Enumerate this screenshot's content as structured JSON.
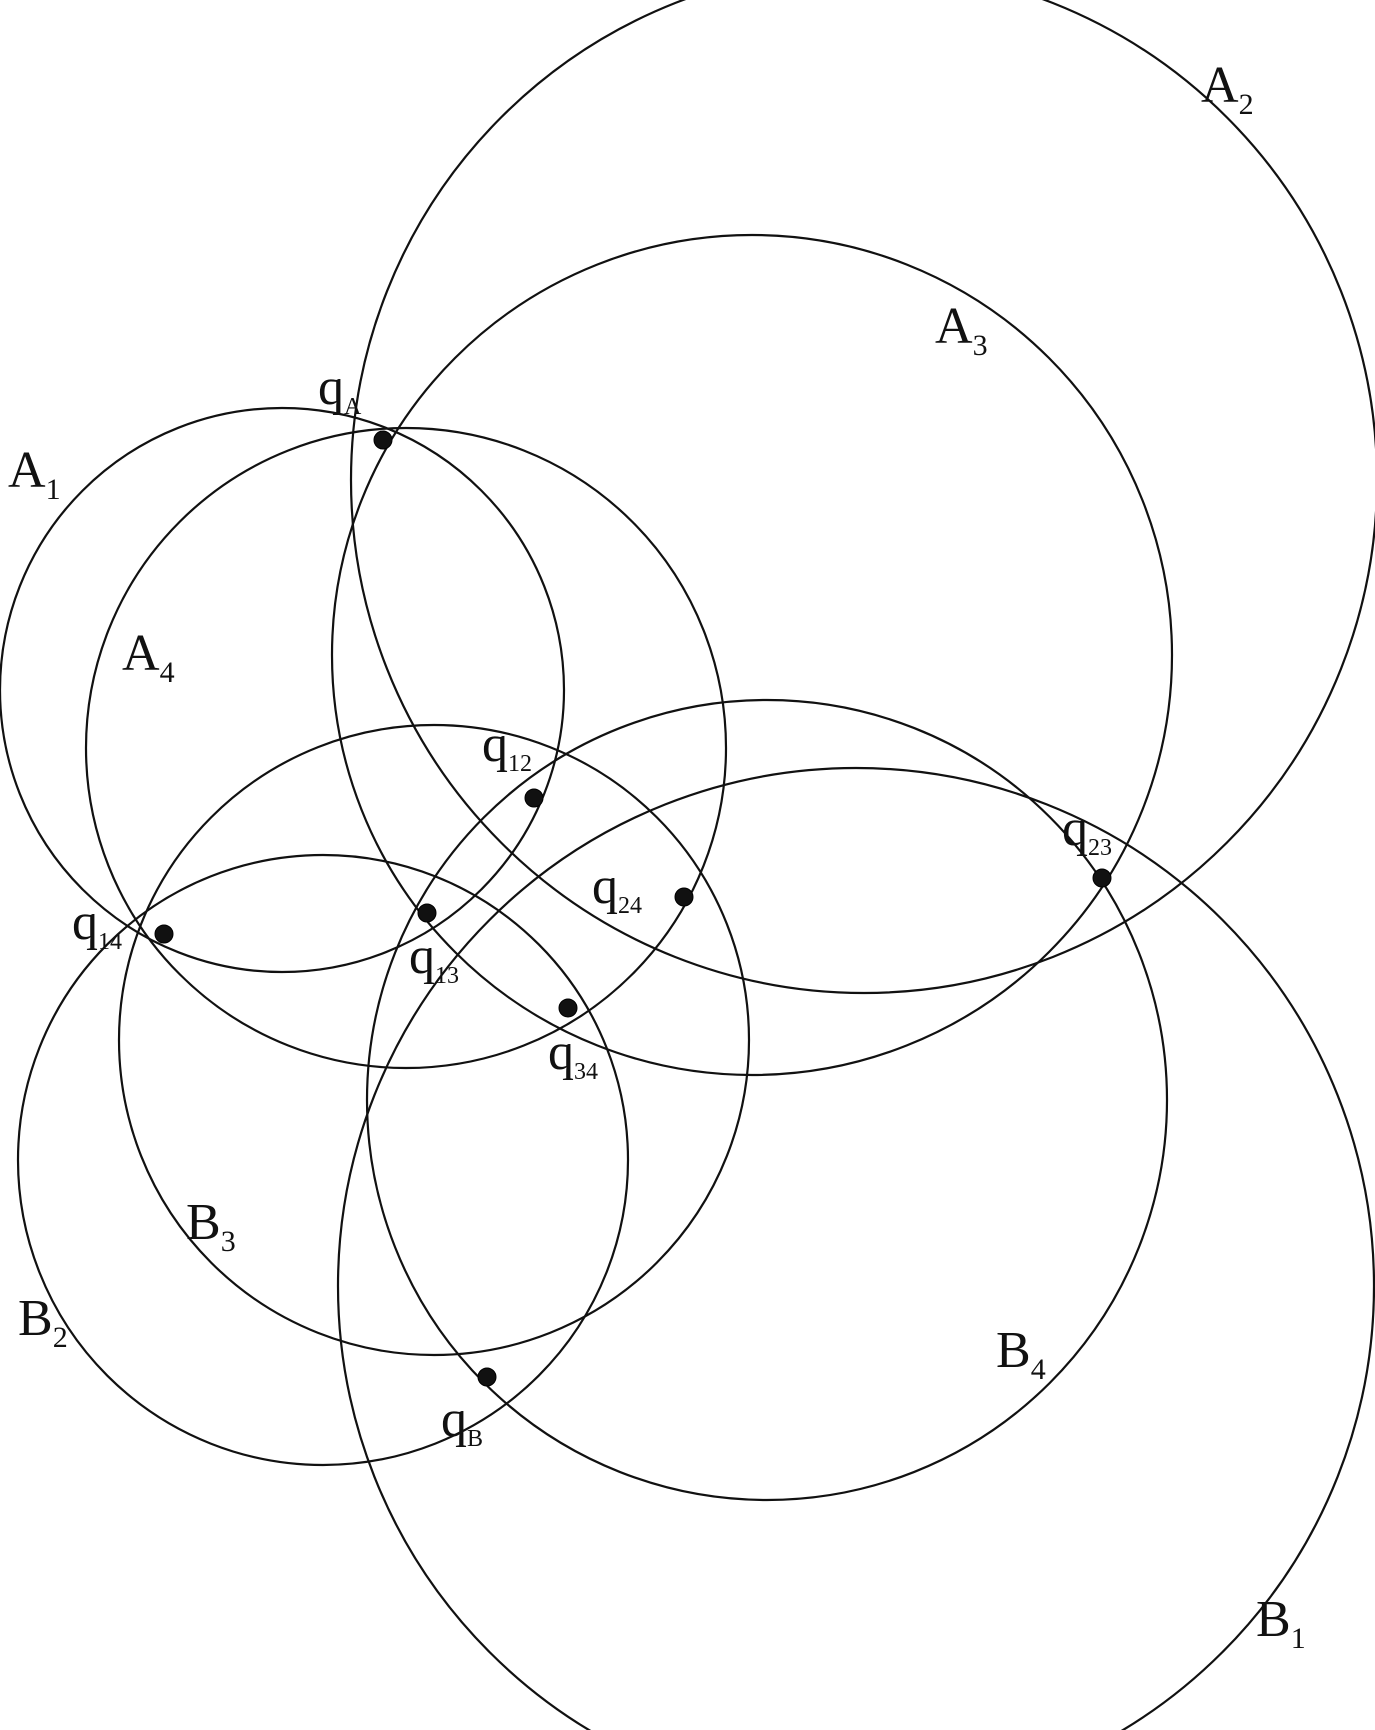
{
  "diagram": {
    "circle_names": [
      "A1",
      "A2",
      "A3",
      "A4",
      "B1",
      "B2",
      "B3",
      "B4"
    ],
    "point_names": [
      "qA",
      "qB",
      "q12",
      "q13",
      "q14",
      "q23",
      "q24",
      "q34"
    ],
    "circle_labels": {
      "A1": {
        "base": "A",
        "sub": "1"
      },
      "A2": {
        "base": "A",
        "sub": "2"
      },
      "A3": {
        "base": "A",
        "sub": "3"
      },
      "A4": {
        "base": "A",
        "sub": "4"
      },
      "B1": {
        "base": "B",
        "sub": "1"
      },
      "B2": {
        "base": "B",
        "sub": "2"
      },
      "B3": {
        "base": "B",
        "sub": "3"
      },
      "B4": {
        "base": "B",
        "sub": "4"
      }
    },
    "point_labels": {
      "qA": {
        "base": "q",
        "sub": "A"
      },
      "qB": {
        "base": "q",
        "sub": "B"
      },
      "q12": {
        "base": "q",
        "sub": "12"
      },
      "q13": {
        "base": "q",
        "sub": "13"
      },
      "q14": {
        "base": "q",
        "sub": "14"
      },
      "q23": {
        "base": "q",
        "sub": "23"
      },
      "q24": {
        "base": "q",
        "sub": "24"
      },
      "q34": {
        "base": "q",
        "sub": "34"
      }
    },
    "stroke_color": "#111111",
    "background_color": "#ffffff"
  }
}
